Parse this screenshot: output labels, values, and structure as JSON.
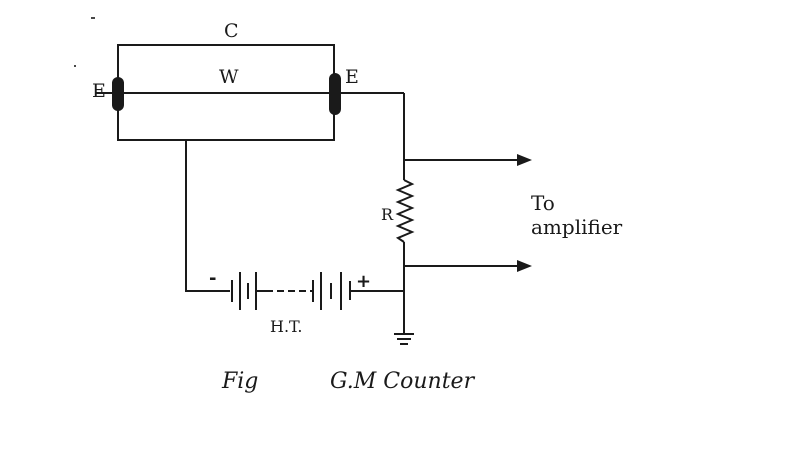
{
  "labels": {
    "cathode": "C",
    "wire": "W",
    "electrode_left": "E",
    "electrode_right": "E",
    "resistor": "R",
    "output_line1": "To",
    "output_line2": "amplifier",
    "battery": "H.T.",
    "minus": "-",
    "plus": "+"
  },
  "caption": {
    "fig": "Fig",
    "title": "G.M Counter"
  }
}
